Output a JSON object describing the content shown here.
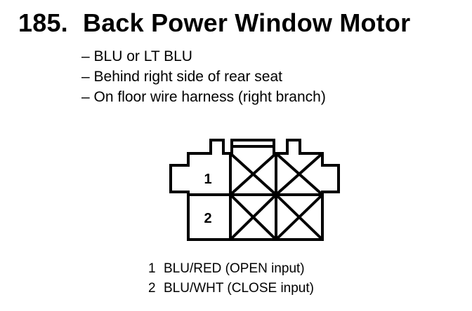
{
  "header": {
    "number": "185.",
    "title": "Back Power Window Motor"
  },
  "notes": [
    "– BLU or LT BLU",
    "– Behind right side of rear seat",
    "– On floor wire harness (right branch)"
  ],
  "connector": {
    "cavities": [
      {
        "label": "1",
        "state": "open"
      },
      {
        "label": "2",
        "state": "open"
      },
      {
        "label": "",
        "state": "blocked"
      },
      {
        "label": "",
        "state": "blocked"
      },
      {
        "label": "",
        "state": "blocked"
      },
      {
        "label": "",
        "state": "blocked"
      }
    ]
  },
  "pinout": [
    {
      "pin": "1",
      "desc": "BLU/RED (OPEN input)"
    },
    {
      "pin": "2",
      "desc": "BLU/WHT (CLOSE input)"
    }
  ]
}
